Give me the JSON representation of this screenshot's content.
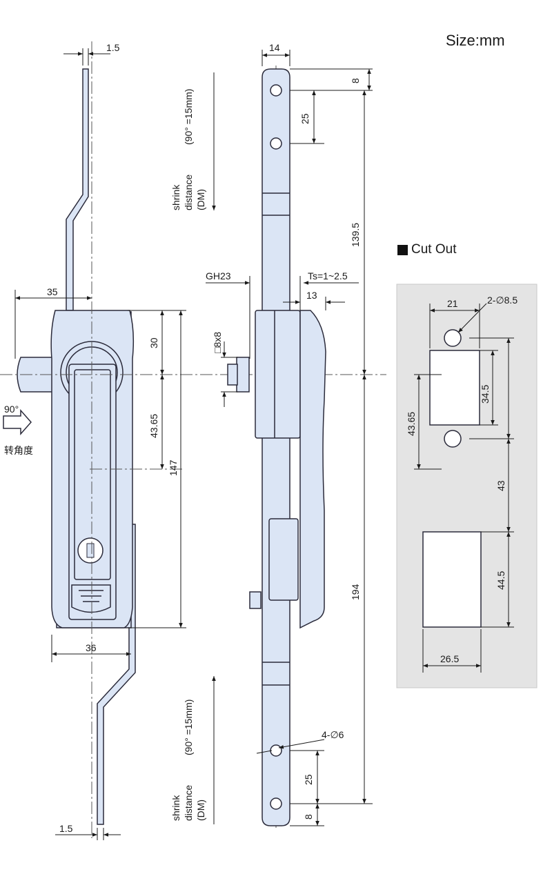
{
  "header": {
    "size_label": "Size:mm"
  },
  "cutout": {
    "title": "Cut Out",
    "dims": {
      "width_top": "21",
      "holes": "2-∅8.5",
      "slot_height": "34.5",
      "hole_pitch": "43.65",
      "gap": "43",
      "lower_height": "44.5",
      "lower_width": "26.5"
    }
  },
  "side_view": {
    "dims": {
      "rod_thickness": "1.5",
      "bottom_thickness": "1.5",
      "offset_top": "35",
      "offset_bottom": "36"
    }
  },
  "front_view": {
    "dims": {
      "top_section": "30",
      "handle_pitch": "43.65",
      "body_length": "147"
    },
    "rotate_note": "转角度",
    "rotate_partial": "90°"
  },
  "rod_view": {
    "dims": {
      "rod_width": "14",
      "end_margin_top": "8",
      "hole_pitch_top": "25",
      "upper_length": "139.5",
      "gh": "GH23",
      "ts": "Ts=1~2.5",
      "offset": "13",
      "square": "□8x8",
      "lower_length": "194",
      "holes": "4-∅6",
      "hole_pitch_bottom": "25",
      "end_margin_bottom": "8"
    },
    "shrink_top": {
      "line1": "(90° =15mm)",
      "line2": "distance",
      "line3": "shrink",
      "line4": "(DM)"
    },
    "shrink_bottom": {
      "line1": "(90° =15mm)",
      "line2": "distance",
      "line3": "shrink",
      "line4": "(DM)"
    }
  },
  "colors": {
    "part_fill": "#dbe5f5",
    "part_stroke": "#2a2a3a",
    "cutout_bg": "#e4e4e4",
    "white": "#ffffff"
  }
}
